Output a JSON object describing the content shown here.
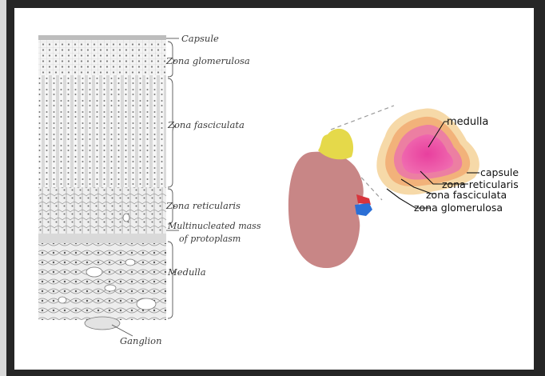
{
  "histology": {
    "labels": {
      "capsule": "Capsule",
      "glomerulosa": "Zona glomerulosa",
      "fasciculata": "Zona fasciculata",
      "reticularis": "Zona reticularis",
      "multinucleated_1": "Multinucleated mass",
      "multinucleated_2": "of protoplasm",
      "medulla": "Medulla",
      "ganglion": "Ganglion"
    }
  },
  "gland": {
    "labels": {
      "medulla": "medulla",
      "capsule": "capsule",
      "reticularis": "zona reticularis",
      "fasciculata": "zona fasciculata",
      "glomerulosa": "zona glomerulosa"
    }
  },
  "colors": {
    "kidney": "#c88686",
    "adrenal_cap": "#e5d94a",
    "glomerulosa": "#f6d9a8",
    "fasciculata": "#f2b27a",
    "reticularis": "#ec7fa2",
    "medulla": "#e83f9e",
    "vessel_red": "#d8343c",
    "vessel_blue": "#2b6fd6"
  }
}
